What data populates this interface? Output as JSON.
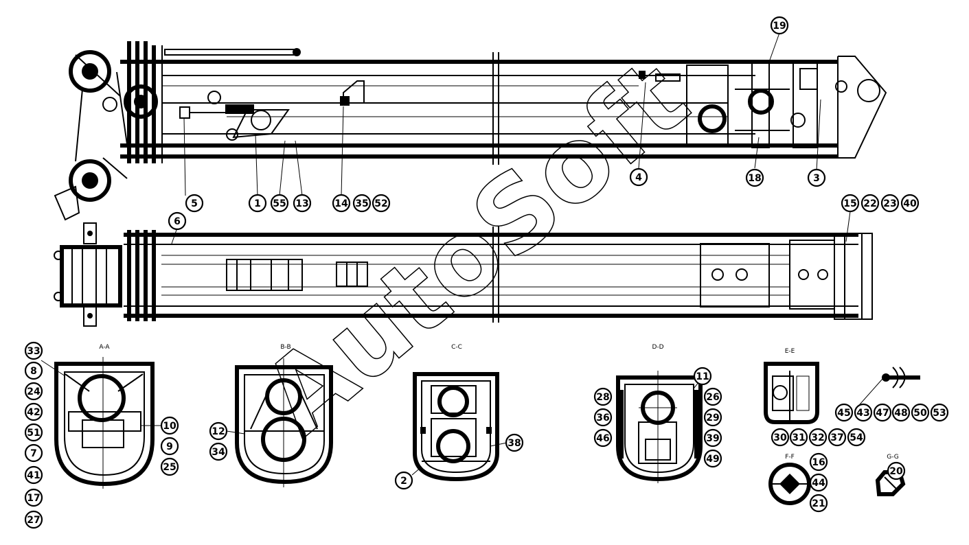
{
  "watermark": "AutoSoft",
  "section_labels": [
    "A-A",
    "B-B",
    "C-C",
    "D-D",
    "E-E",
    "F-F",
    "G-G"
  ],
  "callouts": [
    "1",
    "2",
    "3",
    "4",
    "5",
    "6",
    "7",
    "8",
    "9",
    "10",
    "11",
    "12",
    "13",
    "14",
    "15",
    "16",
    "17",
    "18",
    "19",
    "20",
    "21",
    "22",
    "23",
    "24",
    "25",
    "26",
    "27",
    "28",
    "29",
    "30",
    "31",
    "32",
    "33",
    "34",
    "35",
    "36",
    "37",
    "38",
    "39",
    "40",
    "41",
    "42",
    "43",
    "44",
    "45",
    "46",
    "47",
    "48",
    "49",
    "50",
    "51",
    "52",
    "53",
    "54",
    "55"
  ]
}
